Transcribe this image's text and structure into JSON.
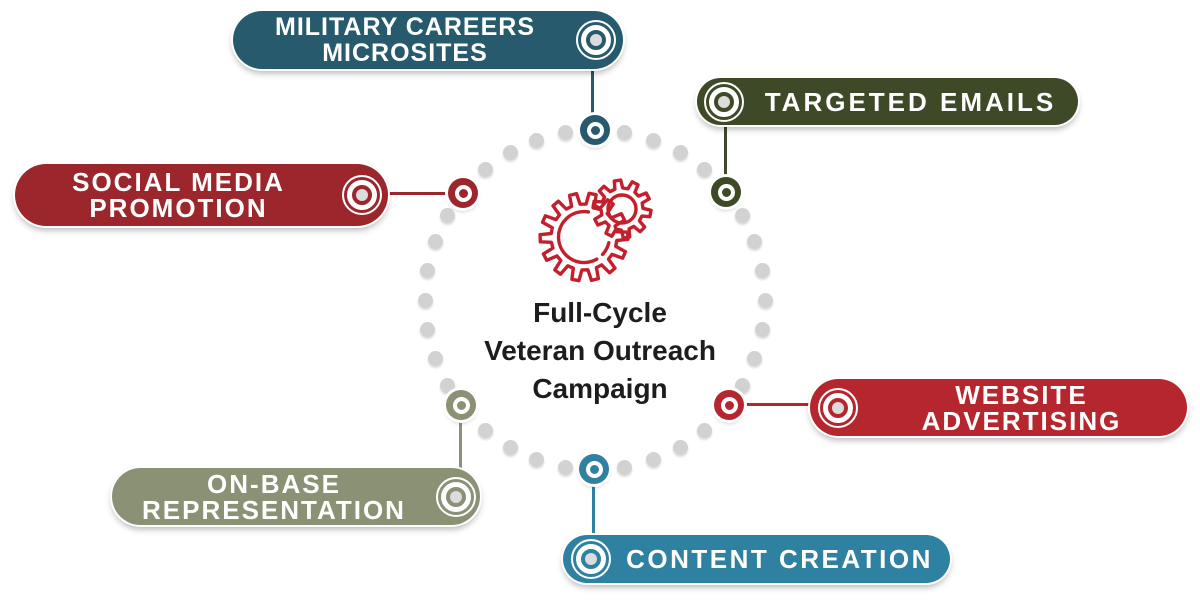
{
  "title": {
    "lines": [
      "Full-Cycle",
      "Veteran Outreach",
      "Campaign"
    ]
  },
  "colors": {
    "gear_red": "#c41f2d",
    "dot_gray": "#d2d2d2",
    "title_text": "#1d1d1b",
    "background": "#ffffff"
  },
  "pills": [
    {
      "id": "military-careers-microsites",
      "lines": [
        "MILITARY CAREERS",
        "MICROSITES"
      ],
      "color": "#265a6c"
    },
    {
      "id": "targeted-emails",
      "lines": [
        "TARGETED EMAILS"
      ],
      "color": "#3e4a27"
    },
    {
      "id": "social-media-promotion",
      "lines": [
        "SOCIAL MEDIA",
        "PROMOTION"
      ],
      "color": "#9b272c"
    },
    {
      "id": "website-advertising",
      "lines": [
        "WEBSITE",
        "ADVERTISING"
      ],
      "color": "#b6262e"
    },
    {
      "id": "on-base-representation",
      "lines": [
        "ON-BASE",
        "REPRESENTATION"
      ],
      "color": "#8a9175"
    },
    {
      "id": "content-creation",
      "lines": [
        "CONTENT CREATION"
      ],
      "color": "#2f81a2"
    }
  ]
}
